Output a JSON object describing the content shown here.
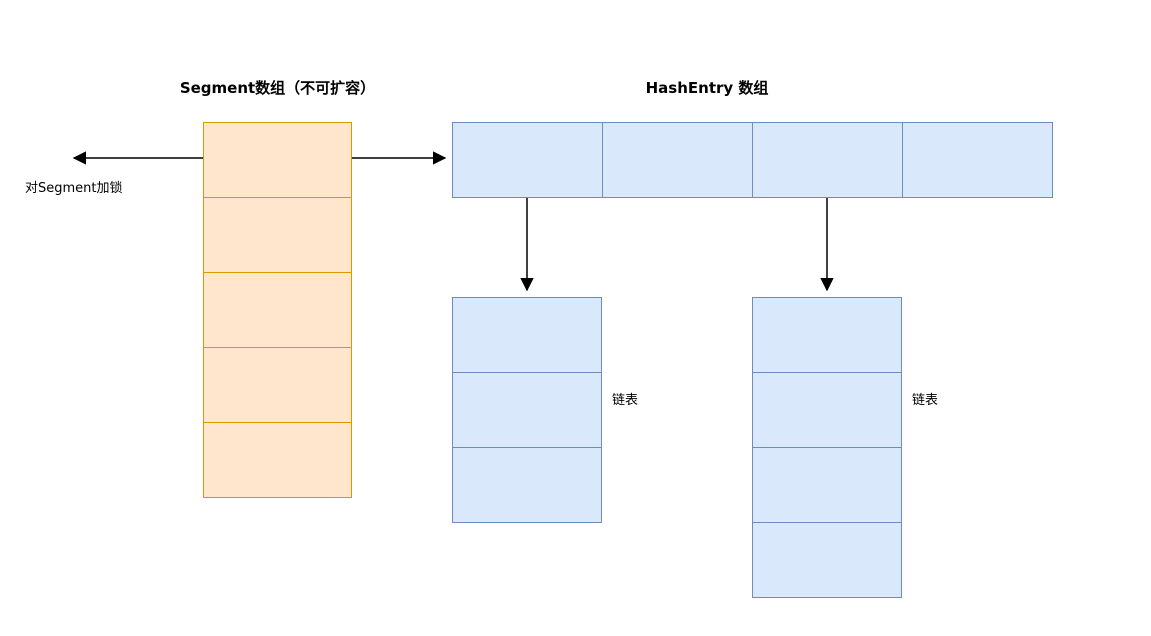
{
  "diagram": {
    "segment": {
      "title": "Segment数组（不可扩容）",
      "cells": 5,
      "lock_label": "对Segment加锁"
    },
    "hashentry": {
      "title": "HashEntry 数组",
      "cells": 4
    },
    "linked_lists": [
      {
        "cells": 3,
        "label": "链表"
      },
      {
        "cells": 4,
        "label": "链表"
      }
    ]
  },
  "colors": {
    "segment-fill": "#ffe6cc",
    "segment-border": "#d79b00",
    "entry-fill": "#dae8fc",
    "entry-border": "#6c8ebf",
    "arrow": "#000000"
  }
}
